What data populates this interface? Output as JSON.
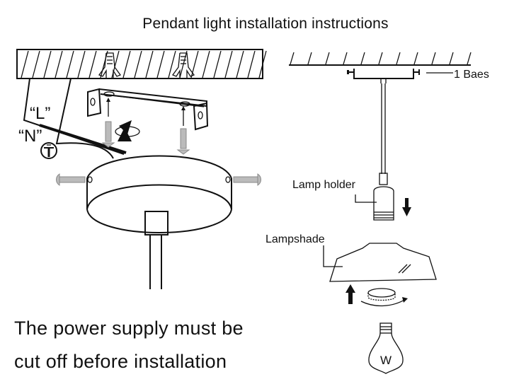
{
  "title": "Pendant light installation instructions",
  "labels": {
    "live_wire": "“L”",
    "neutral_wire": "“N”",
    "base": "1 Baes",
    "lamp_holder": "Lamp holder",
    "lampshade": "Lampshade",
    "bulb_mark": "W"
  },
  "icons": {
    "ground": "ground-symbol-icon",
    "rotate": "rotate-arrow-icon",
    "down_arrow": "down-arrow-icon",
    "up_arrow": "up-arrow-icon"
  },
  "warning": {
    "line1": "The power supply must be",
    "line2": "cut off before installation"
  }
}
